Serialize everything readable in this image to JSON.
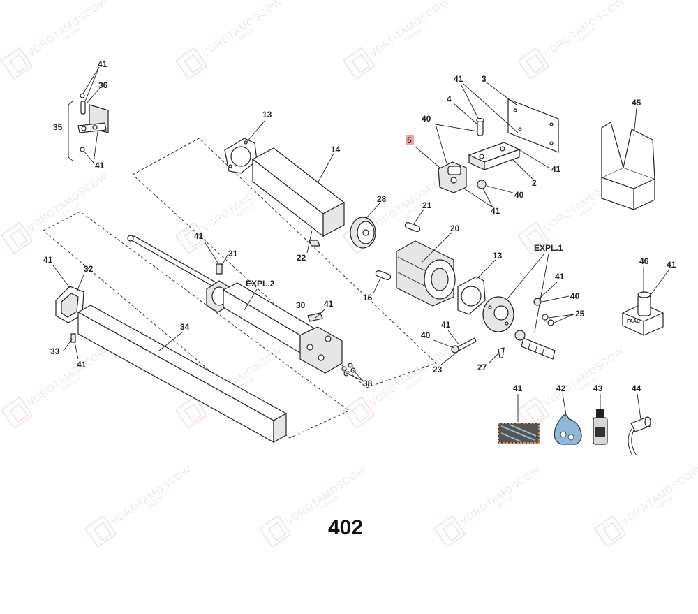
{
  "watermark": {
    "text": "VOROTAMOSCOW",
    "sub": "GROUP"
  },
  "page_number": "402",
  "highlight_color": "#f4a3a8",
  "parts": {
    "p2": "2",
    "p3": "3",
    "p4": "4",
    "p5": "5",
    "p13": "13",
    "p14": "14",
    "p16": "16",
    "p20": "20",
    "p21": "21",
    "p22": "22",
    "p23": "23",
    "p25": "25",
    "p27": "27",
    "p28": "28",
    "p30": "30",
    "p31": "31",
    "p32": "32",
    "p33": "33",
    "p34": "34",
    "p35": "35",
    "p36": "36",
    "p38": "38",
    "p40": "40",
    "p41": "41",
    "p42": "42",
    "p43": "43",
    "p44": "44",
    "p45": "45",
    "p46": "46",
    "expl1": "EXPL.1",
    "expl2": "EXPL.2",
    "tag_faac": "FAAC"
  }
}
